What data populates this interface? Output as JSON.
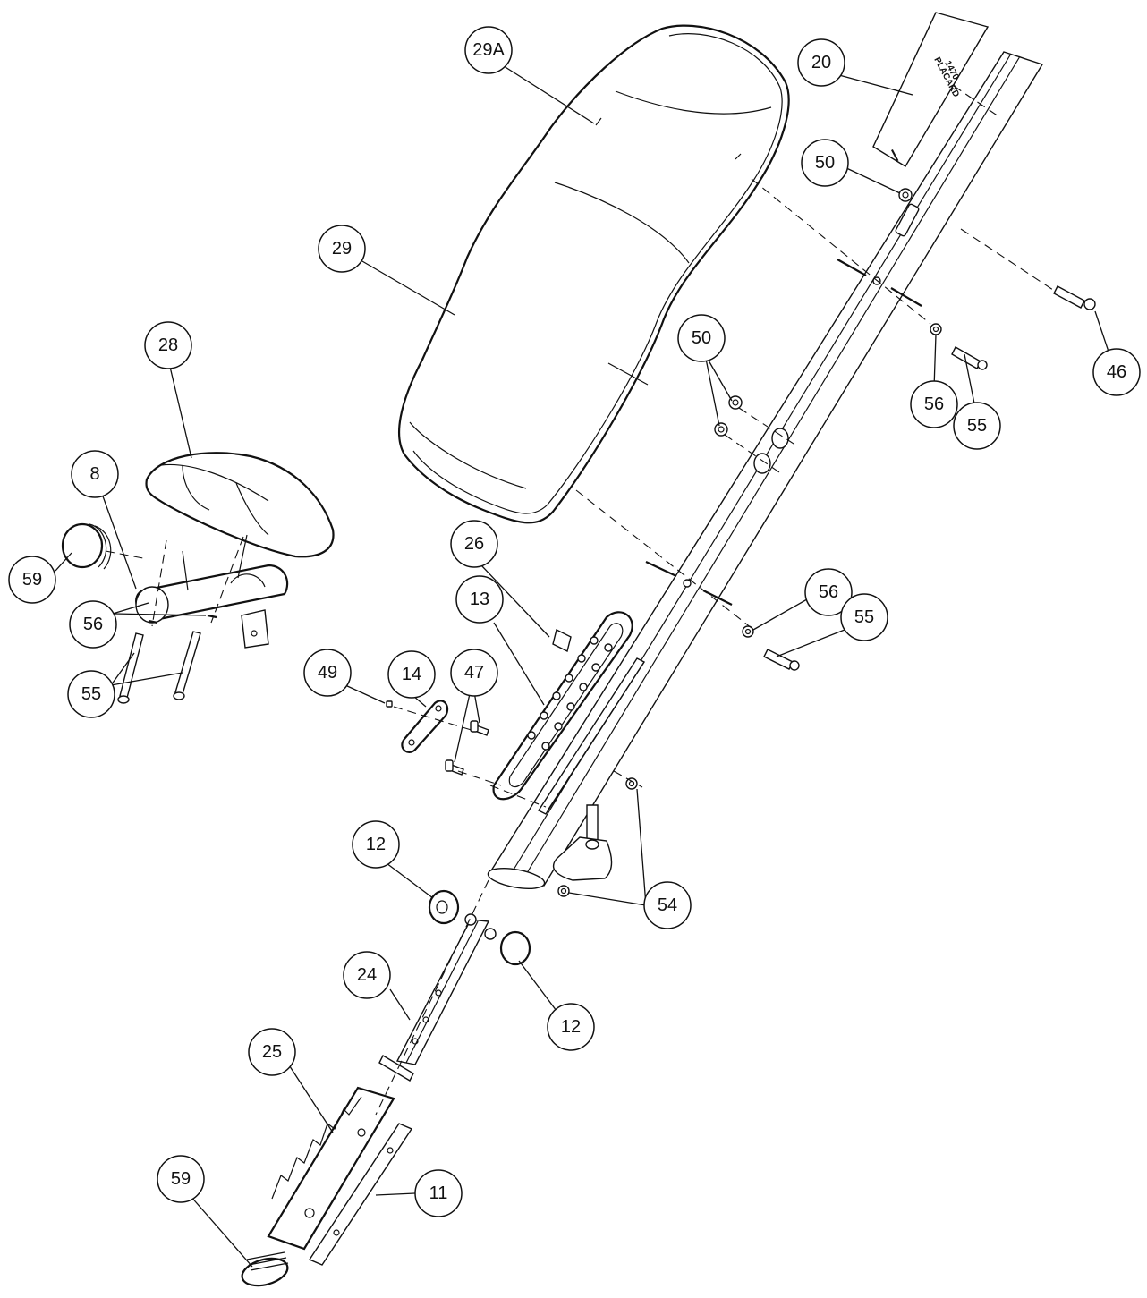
{
  "diagram": {
    "placard_text": [
      "1470",
      "PLACARD"
    ],
    "callouts": [
      {
        "id": "29A",
        "label": "29A"
      },
      {
        "id": "20",
        "label": "20"
      },
      {
        "id": "50a",
        "label": "50"
      },
      {
        "id": "29",
        "label": "29"
      },
      {
        "id": "46",
        "label": "46"
      },
      {
        "id": "50b",
        "label": "50"
      },
      {
        "id": "56a",
        "label": "56"
      },
      {
        "id": "55a",
        "label": "55"
      },
      {
        "id": "28",
        "label": "28"
      },
      {
        "id": "8",
        "label": "8"
      },
      {
        "id": "59a",
        "label": "59"
      },
      {
        "id": "56b",
        "label": "56"
      },
      {
        "id": "55b",
        "label": "55"
      },
      {
        "id": "26",
        "label": "26"
      },
      {
        "id": "13",
        "label": "13"
      },
      {
        "id": "56c",
        "label": "56"
      },
      {
        "id": "55c",
        "label": "55"
      },
      {
        "id": "49",
        "label": "49"
      },
      {
        "id": "14",
        "label": "14"
      },
      {
        "id": "47",
        "label": "47"
      },
      {
        "id": "12a",
        "label": "12"
      },
      {
        "id": "54",
        "label": "54"
      },
      {
        "id": "24",
        "label": "24"
      },
      {
        "id": "12b",
        "label": "12"
      },
      {
        "id": "25",
        "label": "25"
      },
      {
        "id": "11",
        "label": "11"
      },
      {
        "id": "59b",
        "label": "59"
      }
    ]
  }
}
